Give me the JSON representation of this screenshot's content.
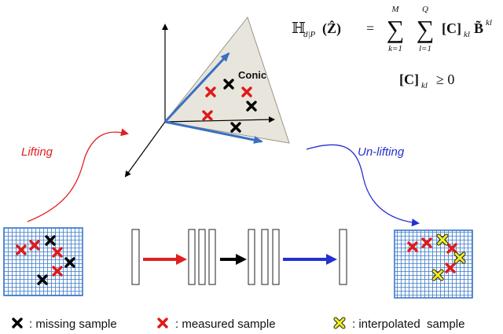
{
  "formula": {
    "lhs": "ℍ",
    "lhs_sub": "d|P",
    "lhs_arg": "(Ẑ)",
    "equals": "=",
    "sum1_top": "M",
    "sum1_bottom": "k=1",
    "sum2_top": "Q",
    "sum2_bottom": "l=1",
    "term": "[C]",
    "term_sub": "kl",
    "basis": "B̃",
    "basis_sup": "kl",
    "constraint": "[C]",
    "constraint_sub": "kl",
    "constraint_rel": "≥ 0"
  },
  "labels": {
    "conic": "Conic",
    "lifting": "Lifting",
    "unlifting": "Un-lifting"
  },
  "legend": {
    "missing": ": missing sample",
    "measured": ": measured sample",
    "interpolated": ": interpolated  sample"
  },
  "colors": {
    "missing": "#000000",
    "measured": "#e0191a",
    "interpolated": "#f2ef1a",
    "grid": "#3a78c8",
    "cone_fill": "#e8e5dc",
    "vector": "#3a6fc4",
    "lifting": "#e02020",
    "unlifting": "#2430d0"
  }
}
